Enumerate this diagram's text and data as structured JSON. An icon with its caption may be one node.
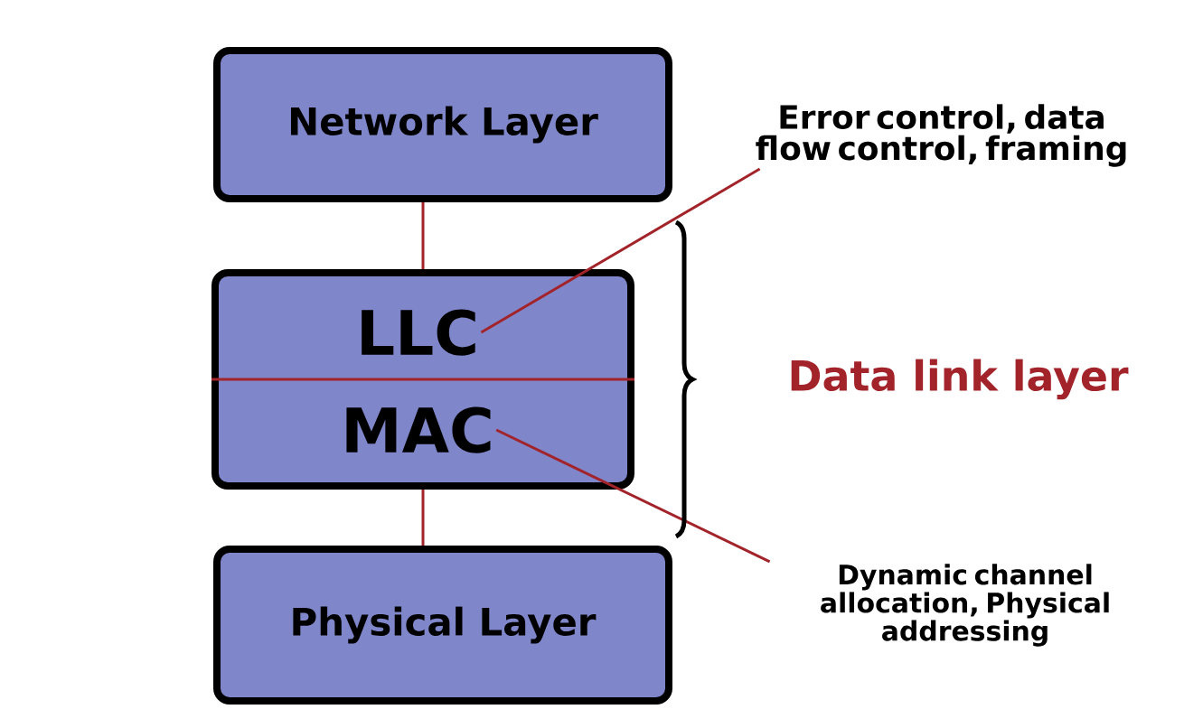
{
  "diagram": {
    "nodes": [
      {
        "text": [
          "Network Layer"
        ]
      },
      {
        "text": [],
        "shape": "box"
      },
      {
        "text": [
          "LLC"
        ],
        "in": 1
      },
      {
        "text": [
          "MAC"
        ],
        "in": 1
      },
      {
        "text": [
          "Physical Layer"
        ]
      },
      {
        "text": [
          "Error control, data flow control, framing"
        ]
      },
      {
        "text": [
          "Dynamic channel allocation, Physical addressing"
        ]
      }
    ],
    "edges": [
      {
        "from": 0,
        "to": 1,
        "arrow": "none"
      },
      {
        "from": 1,
        "to": 4,
        "arrow": "none"
      },
      {
        "from": 5,
        "to": 2,
        "arrow": "none"
      },
      {
        "from": 6,
        "to": 3,
        "arrow": "none"
      }
    ],
    "labels": [
      "Data link layer"
    ]
  }
}
